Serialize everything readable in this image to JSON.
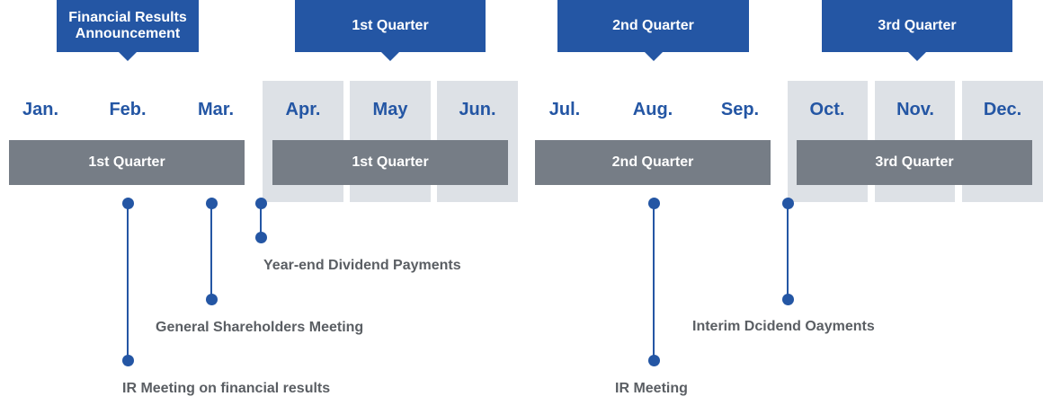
{
  "callouts": {
    "announcement": "Financial Results\nAnnouncement",
    "q1": "1st Quarter",
    "q2": "2nd Quarter",
    "q3": "3rd Quarter"
  },
  "months": [
    "Jan.",
    "Feb.",
    "Mar.",
    "Apr.",
    "May",
    "Jun.",
    "Jul.",
    "Aug.",
    "Sep.",
    "Oct.",
    "Nov.",
    "Dec."
  ],
  "quarter_bars": {
    "bar_jan_mar": "1st Quarter",
    "bar_apr_jun": "1st Quarter",
    "bar_jul_sep": "2nd Quarter",
    "bar_oct_dec": "3rd Quarter"
  },
  "events": {
    "year_end_dividend": "Year-end Dividend Payments",
    "general_meeting": "General Shareholders Meeting",
    "ir_meeting_results": "IR Meeting on financial results",
    "interim_dividend": "Interim Dcidend Oayments",
    "ir_meeting": "IR Meeting"
  },
  "colors": {
    "accent_blue": "#2456a4",
    "bar_grey": "#767d86",
    "shade_grey": "#dde1e6",
    "event_text": "#5a5e63"
  }
}
